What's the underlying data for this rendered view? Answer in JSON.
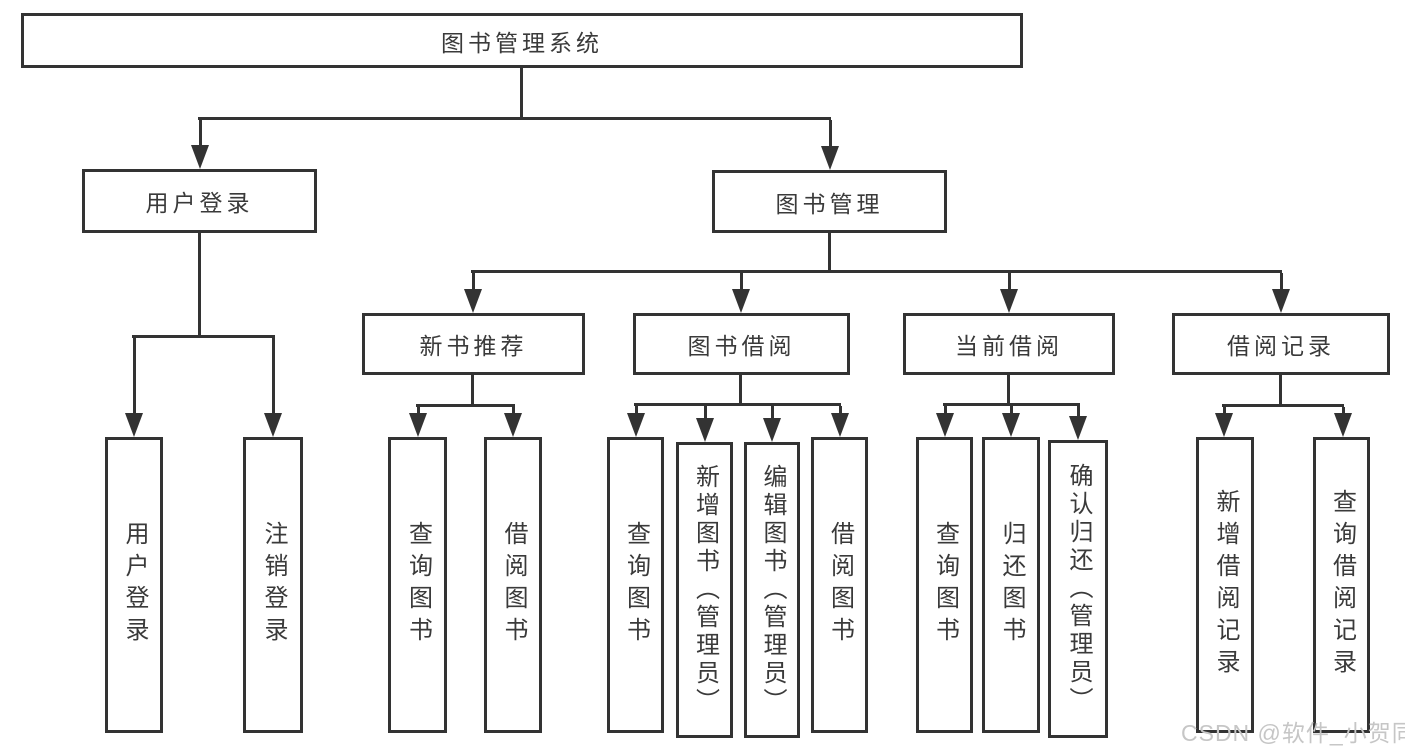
{
  "tree": {
    "label": "图书管理系统",
    "children": [
      {
        "label": "用户登录",
        "children": [
          {
            "label": "用户登录"
          },
          {
            "label": "注销登录"
          }
        ]
      },
      {
        "label": "图书管理",
        "children": [
          {
            "label": "新书推荐",
            "children": [
              {
                "label": "查询图书"
              },
              {
                "label": "借阅图书"
              }
            ]
          },
          {
            "label": "图书借阅",
            "children": [
              {
                "label": "查询图书"
              },
              {
                "label": "新增图书（管理员）"
              },
              {
                "label": "编辑图书（管理员）"
              },
              {
                "label": "借阅图书"
              }
            ]
          },
          {
            "label": "当前借阅",
            "children": [
              {
                "label": "查询图书"
              },
              {
                "label": "归还图书"
              },
              {
                "label": "确认归还（管理员）"
              }
            ]
          },
          {
            "label": "借阅记录",
            "children": [
              {
                "label": "新增借阅记录"
              },
              {
                "label": "查询借阅记录"
              }
            ]
          }
        ]
      }
    ]
  },
  "watermark": {
    "text": "CSDN @软件_小贺同学"
  },
  "colors": {
    "line": "#333333",
    "text": "#3a3a3a",
    "watermark": "#c6c6c6",
    "background": "#ffffff"
  }
}
